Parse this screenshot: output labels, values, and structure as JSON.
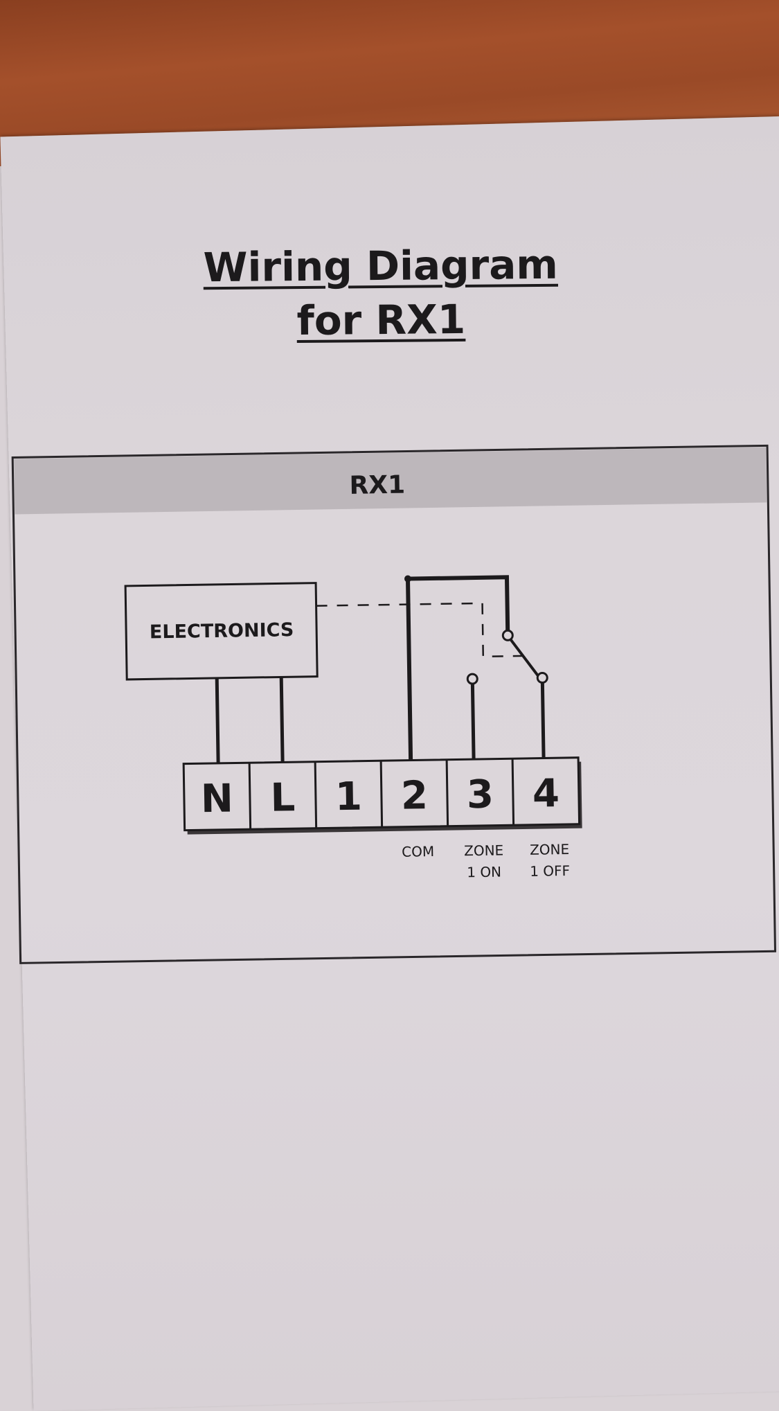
{
  "document": {
    "title_line1": "Wiring Diagram",
    "title_line2": "for RX1"
  },
  "diagram": {
    "panel_header": "RX1",
    "electronics_label": "ELECTRONICS",
    "terminals": [
      {
        "label": "N",
        "caption_line1": "",
        "caption_line2": ""
      },
      {
        "label": "L",
        "caption_line1": "",
        "caption_line2": ""
      },
      {
        "label": "1",
        "caption_line1": "",
        "caption_line2": ""
      },
      {
        "label": "2",
        "caption_line1": "COM",
        "caption_line2": ""
      },
      {
        "label": "3",
        "caption_line1": "ZONE",
        "caption_line2": "1 ON"
      },
      {
        "label": "4",
        "caption_line1": "ZONE",
        "caption_line2": "1 OFF"
      }
    ],
    "connections": [
      {
        "from": "ELECTRONICS",
        "to": "N",
        "style": "solid"
      },
      {
        "from": "ELECTRONICS",
        "to": "L",
        "style": "solid"
      },
      {
        "from": "2",
        "to": "relay switch common",
        "style": "solid-bold"
      },
      {
        "from": "relay switch",
        "to": "4",
        "style": "switch-closed"
      },
      {
        "from": "3",
        "to": "relay contact",
        "style": "open-contact"
      },
      {
        "from": "ELECTRONICS",
        "to": "relay switch",
        "style": "dashed-control"
      }
    ]
  },
  "colors": {
    "ink": "#1c1a1c",
    "paper": "#dcd6da",
    "header_band": "#bdb7bb",
    "table_wood": "#9a4a27"
  }
}
